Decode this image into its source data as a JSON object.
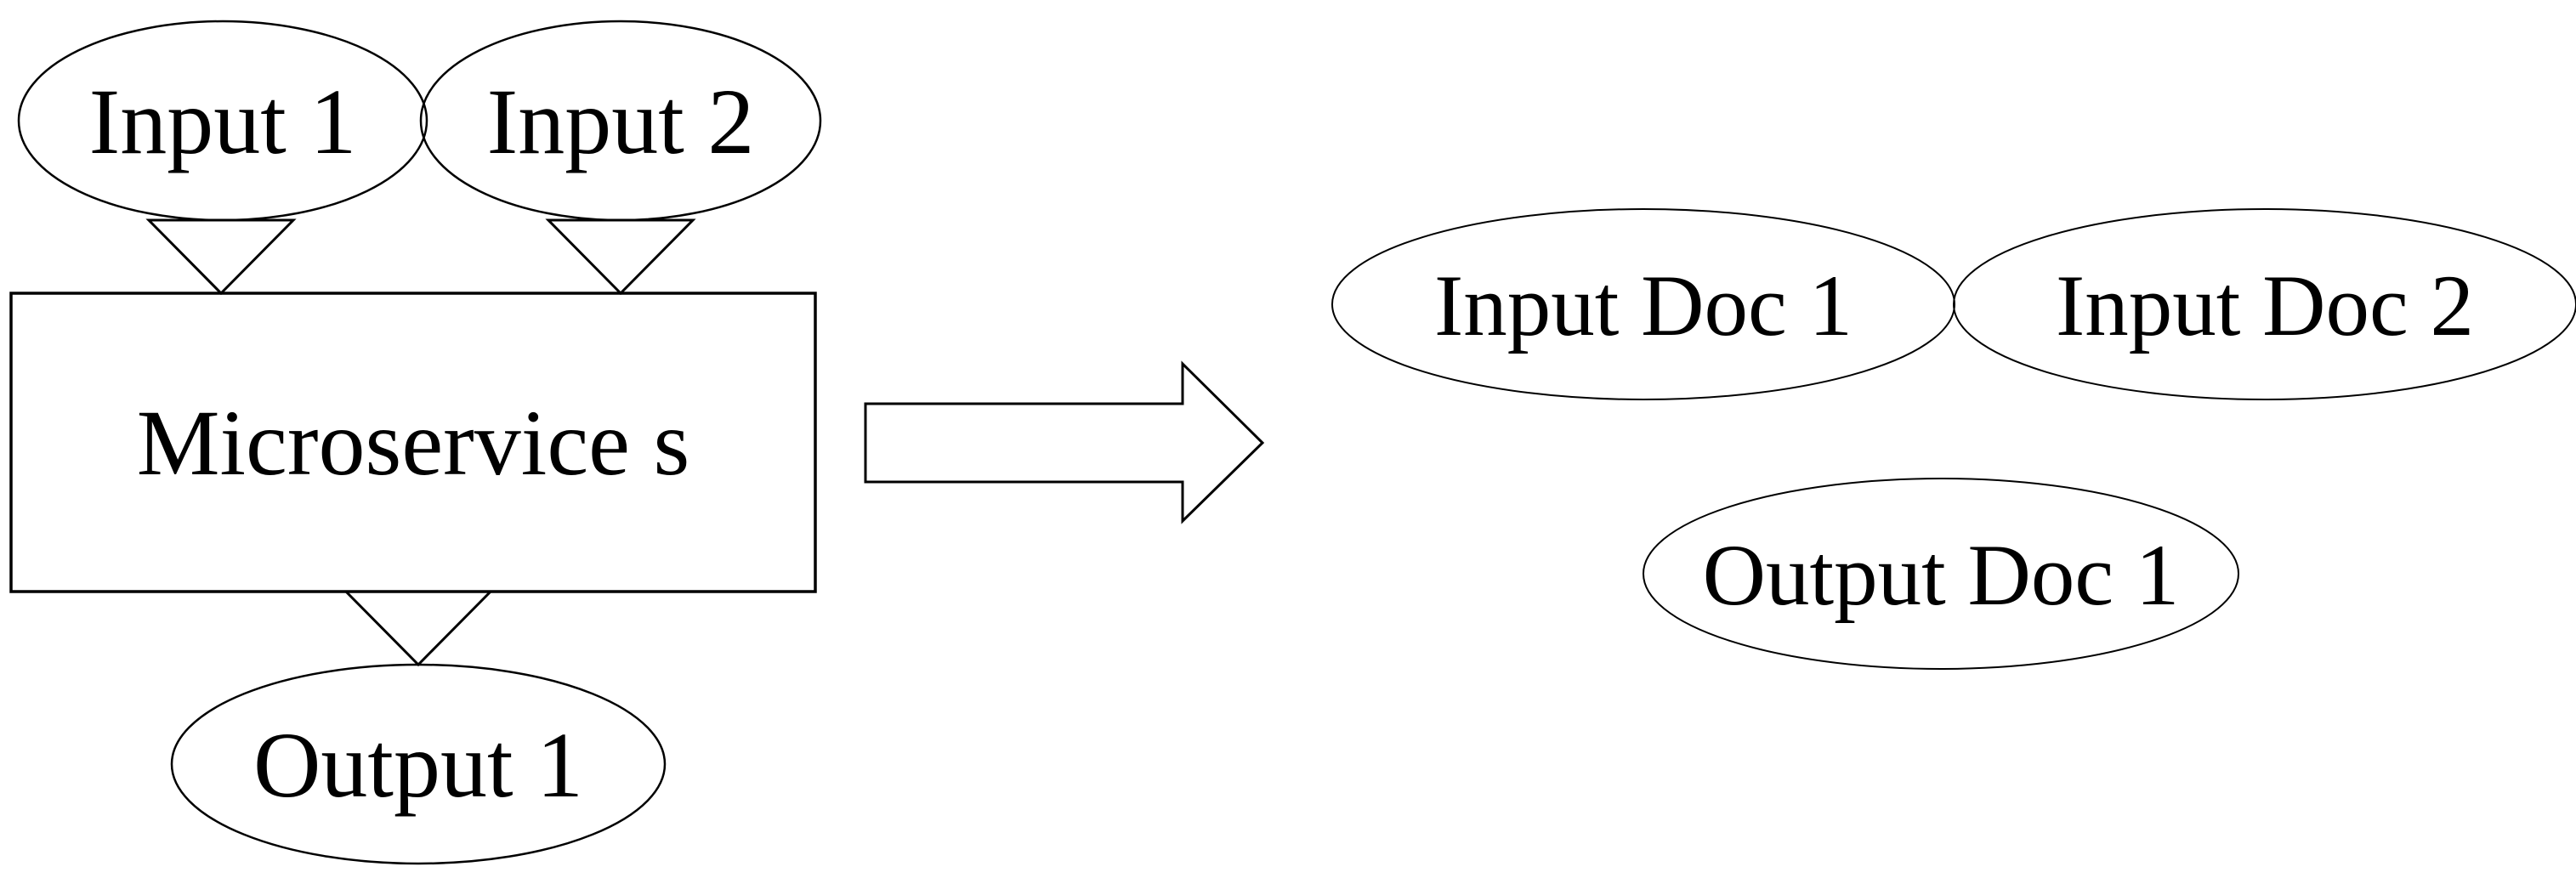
{
  "diagram": {
    "background_color": "#ffffff",
    "stroke_color": "#000000",
    "text_color": "#000000",
    "left_flow": {
      "inputs": [
        {
          "label": "Input 1"
        },
        {
          "label": "Input 2"
        }
      ],
      "process": {
        "label": "Microservice s"
      },
      "output": {
        "label": "Output 1"
      }
    },
    "transform_arrow": {
      "direction": "right"
    },
    "right_group": {
      "docs": [
        {
          "label": "Input Doc 1"
        },
        {
          "label": "Input Doc 2"
        },
        {
          "label": "Output Doc 1"
        }
      ]
    }
  }
}
